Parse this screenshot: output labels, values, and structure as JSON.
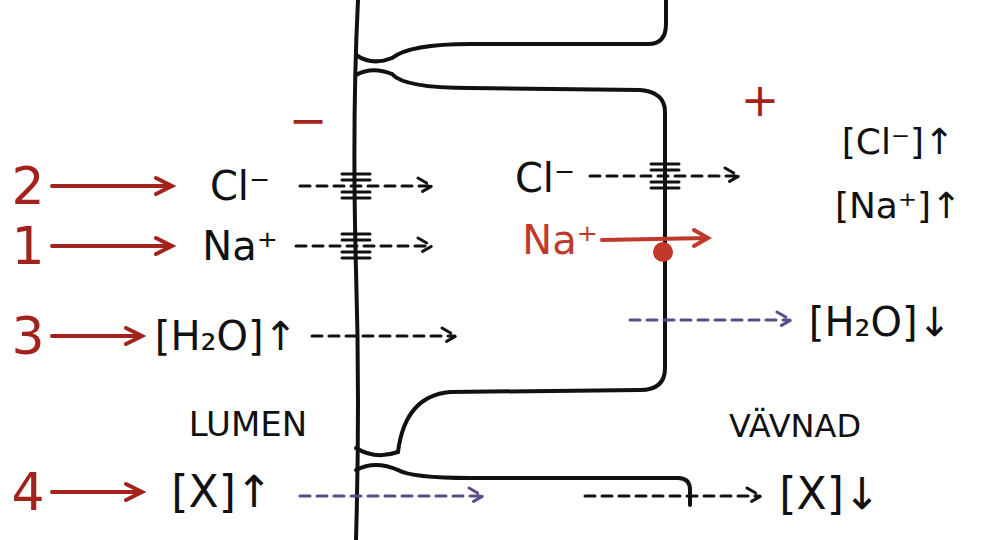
{
  "diagram": {
    "labels": [
      "−",
      "+",
      "[Cl⁻]↑",
      "2",
      "Cl⁻",
      "Cl⁻",
      "[Na⁺]↑",
      "1",
      "Na⁺",
      "Na⁺",
      "3",
      "[H₂O]↑",
      "[H₂O]↓",
      "LUMEN",
      "VÄVNAD",
      "4",
      "[X]↑",
      "[X]↓"
    ]
  }
}
